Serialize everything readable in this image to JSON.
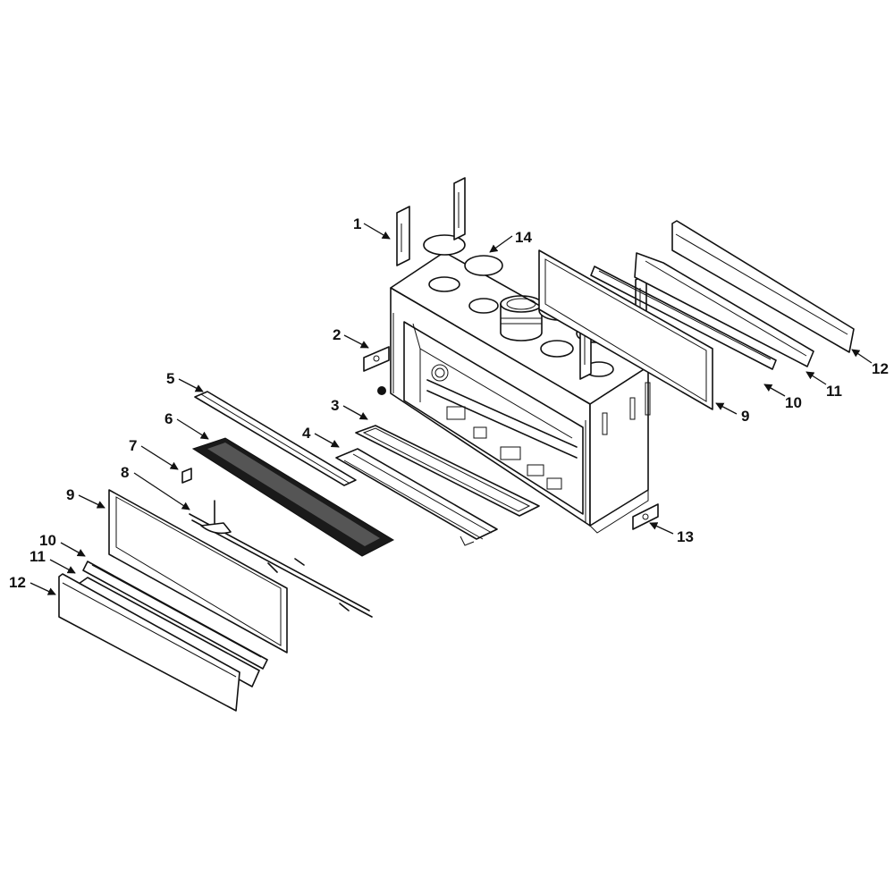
{
  "callouts": [
    {
      "id": "c1",
      "label": "1"
    },
    {
      "id": "c2",
      "label": "2"
    },
    {
      "id": "c3",
      "label": "3"
    },
    {
      "id": "c4",
      "label": "4"
    },
    {
      "id": "c5",
      "label": "5"
    },
    {
      "id": "c6",
      "label": "6"
    },
    {
      "id": "c7",
      "label": "7"
    },
    {
      "id": "c8",
      "label": "8"
    },
    {
      "id": "c9a",
      "label": "9"
    },
    {
      "id": "c10a",
      "label": "10"
    },
    {
      "id": "c11a",
      "label": "11"
    },
    {
      "id": "c12a",
      "label": "12"
    },
    {
      "id": "c13",
      "label": "13"
    },
    {
      "id": "c14",
      "label": "14"
    },
    {
      "id": "c9b",
      "label": "9"
    },
    {
      "id": "c10b",
      "label": "10"
    },
    {
      "id": "c11b",
      "label": "11"
    },
    {
      "id": "c12b",
      "label": "12"
    }
  ]
}
